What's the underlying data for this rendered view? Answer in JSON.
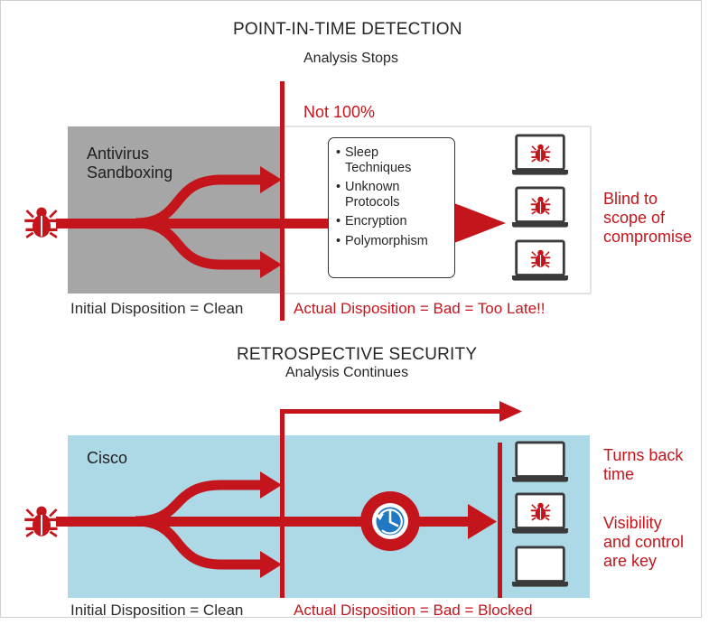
{
  "top": {
    "title": "POINT-IN-TIME DETECTION",
    "subtitle": "Analysis Stops",
    "not_label": "Not 100%",
    "zone_label_line1": "Antivirus",
    "zone_label_line2": "Sandboxing",
    "techniques": [
      "Sleep Techniques",
      "Unknown Protocols",
      "Encryption",
      "Polymorphism"
    ],
    "side_label": [
      "Blind to",
      "scope of",
      "compromise"
    ],
    "initial": "Initial Disposition = Clean",
    "actual": "Actual Disposition = Bad = Too Late!!"
  },
  "bottom": {
    "title": "RETROSPECTIVE SECURITY",
    "subtitle": "Analysis Continues",
    "zone_label": "Cisco",
    "side_label_1": [
      "Turns back",
      "time"
    ],
    "side_label_2": [
      "Visibility",
      "and control",
      "are key"
    ],
    "initial": "Initial Disposition = Clean",
    "actual": "Actual Disposition = Bad = Blocked"
  },
  "colors": {
    "red": "#c4151c",
    "gray_zone": "#a6a6a6",
    "blue_zone": "#add8e6"
  },
  "icons": [
    "bug-icon",
    "laptop-icon",
    "retrospective-clock-icon"
  ]
}
